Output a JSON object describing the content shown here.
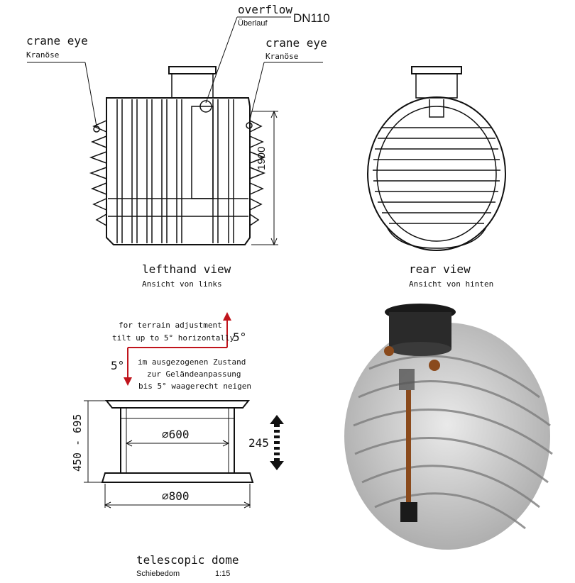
{
  "labels": {
    "overflow": "overflow",
    "overflow_de": "Überlauf",
    "dn": "DN110",
    "crane_left": "crane eye",
    "crane_left_de": "Kranöse",
    "crane_right": "crane eye",
    "crane_right_de": "Kranöse",
    "height": "1900",
    "lefthand": "lefthand view",
    "lefthand_de": "Ansicht von links",
    "rear": "rear view",
    "rear_de": "Ansicht von hinten",
    "terrain_1": "for terrain adjustment",
    "terrain_2": "tilt up to 5° horizontally",
    "angle_right": "5°",
    "angle_left": "5°",
    "de_1": "im ausgezogenen Zustand",
    "de_2": "zur Geländeanpassung",
    "de_3": "bis 5° waagerecht neigen",
    "dome_height": "450 - 695",
    "d600": "⌀600",
    "d800": "⌀800",
    "stroke": "245",
    "dome": "telescopic dome",
    "dome_de": "Schiebedom",
    "scale": "1:15"
  },
  "colors": {
    "line": "#111111",
    "arrow_red": "#c0141c",
    "tank_gray": "#9a9a9a",
    "pipe_copper": "#8a4a1c"
  }
}
